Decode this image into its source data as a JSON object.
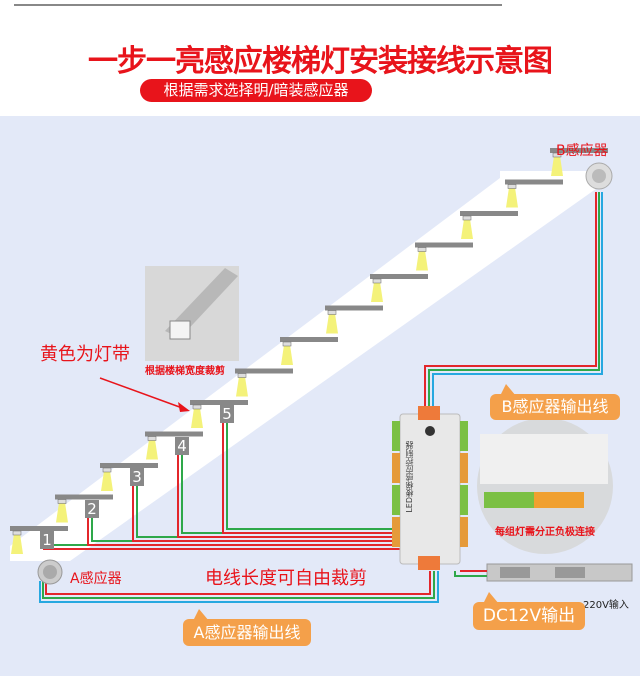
{
  "header": {
    "title": "一步一亮感应楼梯灯安装接线示意图",
    "subtitle": "根据需求选择明/暗装感应器"
  },
  "diagram": {
    "sensor_a_label": "A感应器",
    "sensor_b_label": "B感应器",
    "led_strip_callout": "黄色为灯带",
    "profile_caption": "根据楼梯宽度裁剪",
    "wire_note": "电线长度可自由裁剪",
    "polarity_note": "每组灯需分正负极连接",
    "sensor_a_output": "A感应器输出线",
    "sensor_b_output": "B感应器输出线",
    "dc_output": "DC12V输出",
    "ac_input": "220V输入",
    "step_numbers": [
      "1",
      "2",
      "3",
      "4",
      "5"
    ],
    "controller_label": "LED楼梯感应控制器",
    "colors": {
      "accent_red": "#e8141b",
      "bubble_orange": "#f4a04a",
      "wire_red": "#e3262b",
      "wire_green": "#2ea84a",
      "wire_blue": "#27a8e0",
      "panel_bg": "#e3e9f8",
      "step_gray": "#888888",
      "light_yellow": "#f4f27a"
    }
  }
}
